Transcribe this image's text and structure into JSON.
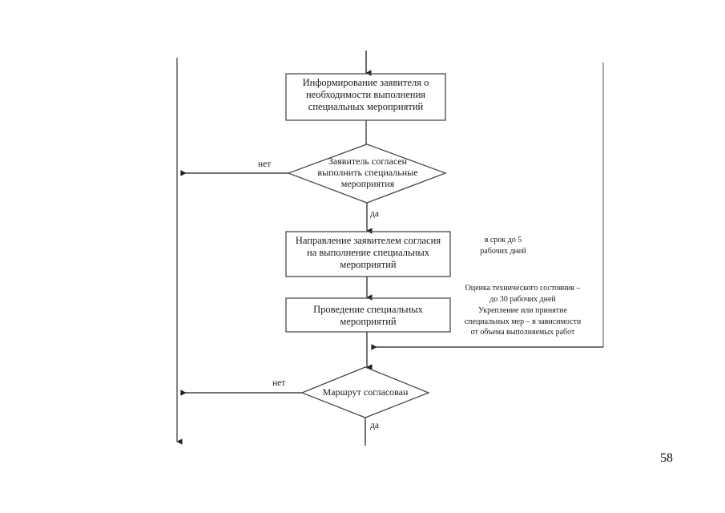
{
  "document": {
    "page_number": "58",
    "colors": {
      "stroke": "#555555",
      "box_stroke": "#4a4a4a",
      "text": "#1a1a1a",
      "background": "#ffffff"
    }
  },
  "flowchart": {
    "type": "flowchart",
    "nodes": [
      {
        "id": "inform-applicant",
        "shape": "process",
        "lines": [
          "Информирование заявителя о",
          "необходимости выполнения",
          "специальных мероприятий"
        ]
      },
      {
        "id": "applicant-agrees",
        "shape": "decision",
        "lines": [
          "Заявитель согласен",
          "выполнить специальные",
          "мероприятия"
        ]
      },
      {
        "id": "send-consent",
        "shape": "process",
        "lines": [
          "Направление заявителем согласия",
          "на выполнение специальных",
          "мероприятий"
        ]
      },
      {
        "id": "carry-out-measures",
        "shape": "process",
        "lines": [
          "Проведение специальных",
          "мероприятий"
        ]
      },
      {
        "id": "route-approved",
        "shape": "decision",
        "lines": [
          "Маршрут согласован"
        ]
      }
    ],
    "edge_labels": [
      {
        "id": "no-1",
        "text": "нет"
      },
      {
        "id": "yes-1",
        "text": "да"
      },
      {
        "id": "no-2",
        "text": "нет"
      },
      {
        "id": "yes-2",
        "text": "да"
      }
    ],
    "annotations": [
      {
        "id": "term-5-days",
        "lines": [
          "в срок до 5",
          "рабочих дней"
        ]
      },
      {
        "id": "tech-assessment",
        "lines": [
          "Оценка технического состояния –",
          "до 30 рабочих дней"
        ]
      },
      {
        "id": "strengthening-measures",
        "lines": [
          "Укрепление или принятие",
          "специальных мер – в зависимости",
          "от объема выполняемых работ"
        ]
      }
    ]
  }
}
